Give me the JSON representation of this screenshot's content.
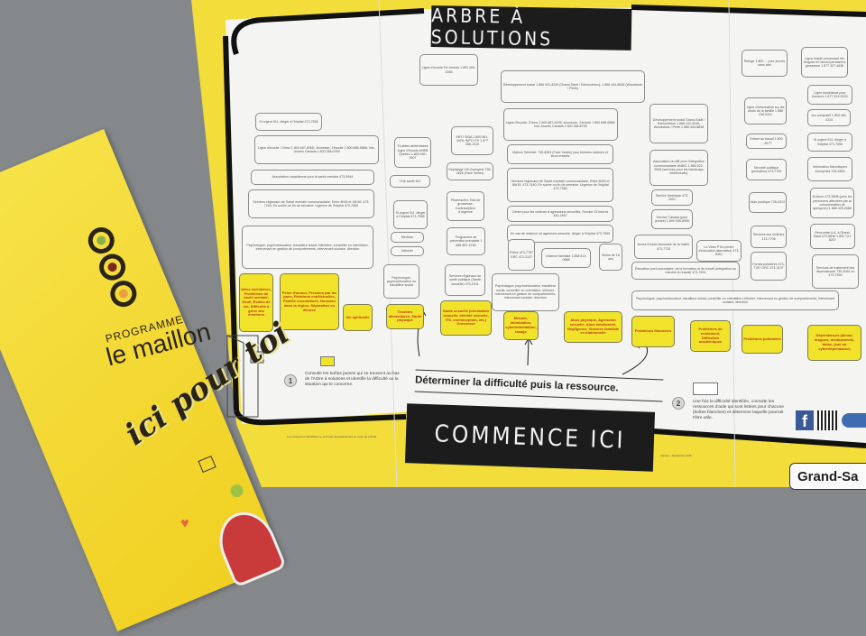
{
  "brochure": {
    "title": "ARBRE À SOLUTIONS",
    "start_banner": "COMMENCE ICI",
    "instruction": "Déterminer la difficulté puis la ressource.",
    "step1": {
      "number": "1",
      "text": "Consulte les boîtes jaunes qui se trouvent au bas de l'Arbre à solutions et identifie la difficulté ou la situation qui te concerne."
    },
    "step2": {
      "number": "2",
      "text": "Une fois la difficulté identifiée, consulte les ressources d'aide qui sont listées pour chacune (boîtes blanches) et détermine laquelle pourrait t'être utile."
    },
    "footnote_left": "Les ressources identifiées ne sont pas nécessairement en ordre de priorité.",
    "footnote_right": "Version - Septembre 2015",
    "region_tab": "Grand-Sa",
    "difficulties": [
      "Idées suicidaires, Problèmes de santé mentale, Deuil, Estime de soi, Difficulté à gérer ses émotions",
      "Peine d'amour, Pression par les pairs, Relations conflictuelles, Famille reconstituée, Nouveau dans la région, Séparation ou divorce",
      "Vie spirituelle",
      "Troubles alimentaires, Santé physique",
      "Santé sexuelle (orientation sexuelle, identité sexuelle, ITS, contraception, etc.) Grossesse",
      "Menace, intimidation, cyberintimidation, taxage",
      "Abus physique, Agression sexuelle, Abus émotionnel, Négligence, Violence familiale et relationnelle",
      "Problèmes financiers",
      "Problèmes de rendement, Difficultés académiques",
      "Problèmes judiciaires",
      "Dépendances (alcool, drogues, médicaments, tabac, jeux ou cyberdépendance)"
    ],
    "resources": [
      "Si urgent 911, diriger à l'hôpital 473-7555",
      "Ligne d'écoute: Chimo 1 800 667-5005; Jeunesse, J'écoute 1 800 668-6868; Info-Jeunes Canada 1 800 268-6769",
      "Association canadienne pour la santé mentale 473-5944",
      "Services régionaux de Santé mentale communautaire, Entre 8h00 et 16h30: 473-7440; En soirée ou fin de semaine: Urgence de l'hôpital 473-7555",
      "Psychologue, psychoéducateur, travailleur social, infirmière, conseiller en orientation, intervenant en gestion de comportements, intervenant scolaire, direction",
      "Troubles alimentaires Ligne d'écoute ANEB Québec 1 800 630-0907",
      "Télé-santé 811",
      "Si urgent 911, diriger à l'hôpital 473-7555",
      "Médecin",
      "Infirmier",
      "Psychologue, psychoéducateur ou travailleur social",
      "INFO SIDA 1 800 561-4009; INFO ITS 1 877 286-1010",
      "Dépistage VIH Anonyme 735-2626 (Face Vertes)",
      "Pharmacien: Test de grossesse, Contraception d'urgence",
      "Programme de prévention prénatale 1 888 867-6789",
      "Services régionaux de santé publique (Santé sexuelle) 473-2441",
      "Ligne d'écoute Tel-Jeunes 1 800 263-2266",
      "Développement social 1 866 441-4249 (Grand-Sault / Edmundston); 1 866 444-8838 (Woodstock / Perth)",
      "Ligne d'écoute: Chimo 1 800 667-5005; Jeunesse, J'écoute 1 800 668-6868; Info-Jeunes Canada 1 800 268-6769",
      "Maison Sérénité: 735-8283 (Face Vertes) pour femmes victimes et leurs enfants",
      "Services régionaux de Santé mentale communautaire, Entre 8h00 et 16h30: 473-7440; En soirée ou fin de semaine: Urgence de l'hôpital 473-7555",
      "Centre pour les victimes d'agressions sexuelles, Service 24 heures 444-2457",
      "En cas de violence ou agression sexuelle, diriger à l'hôpital 473-7555",
      "Violence familiale 1 888 613-0888",
      "Moins de 18 ans",
      "Police 473-7787 GRC 473-3137",
      "Psychologue, psychoéducateur, travailleur social, conseiller en orientation, infirmier, intervenant en gestion de comportements, intervenant scolaire, direction",
      "Développement social Grand-Sault / Edmundston 1 866 441-4249; Woodstock / Perth 1 866 444-8838",
      "Association du NB pour l'intégration communautaire ANBIC 1 866 622-2548 (services pour les handicaps intellectuels)",
      "Service Amérique 473-2001",
      "Service Canada (pour jeunes) 1 800 935-5555",
      "Accès Emploi Jeunesse de la Vallée 473-7733",
      "Le Vireo PTA (centre d'éducation alternative) 473-5301",
      "Éducation post-secondaire, de la formation et du travail (Intégration au marché du travail) 473-7631",
      "Psychologue, psychoéducateur, travailleur social, conseiller en orientation, infirmier, intervenant en gestion de comportements, intervenant scolaire, direction",
      "Refuge 1 800 ... pour jeunes sans abri",
      "Ligne d'information sur les droits de la famille 1 888 236-0411",
      "Enfant au travail 1 800 ...-8177",
      "Sécurité publique (probation) 473-7709",
      "Aide juridique 735-4313",
      "Services aux victimes 473-7706",
      "Forces policières 473-7787 GRC 473-3137",
      "Ligne d'aide concernant les drogues et l'alcool pendant la grossesse 1 877 327-4636",
      "Ligne Assistance pour fumeurs 1 877 513-5333",
      "Jeu compulsif 1 800 461-1234",
      "Si urgent 911, diriger à l'hôpital 473-7555",
      "Information Narcotiques Anonymes 735-4500",
      "Al-Anon 473-3808 (pour les personnes affectées par la consommation de quelqu'un) 1 888 425-2666",
      "Rencontre A.A. à Grand-Sault 473-5808 1 800 721-8207",
      "Services de traitement des dépendances 735-2092 ou 473-7540"
    ]
  },
  "pamphlet": {
    "program_label": "PROGRAMME",
    "name": "le maillon",
    "tagline": "ici pour toi"
  },
  "colors": {
    "yellow": "#f2dd3a",
    "banner": "#1c1c1c",
    "difficulty_text": "#c0351f",
    "background": "#85888b"
  }
}
